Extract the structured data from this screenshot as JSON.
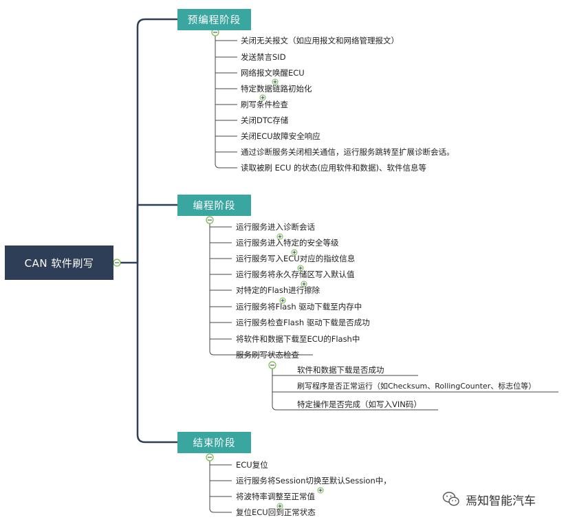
{
  "root": {
    "label": "CAN 软件刷写"
  },
  "stages": [
    {
      "title": "预编程阶段",
      "items": [
        "关闭无关报文（如应用报文和网络管理报文）",
        "发送禁言SID",
        "网络报文唤醒ECU",
        "特定数据链路初始化",
        "刷写条件检查",
        "关闭DTC存储",
        "关闭ECU故障安全响应",
        "通过诊断服务关闭相关通信，运行服务跳转至扩展诊断会话。",
        "读取被刷 ECU 的状态(应用软件和数据)、软件信息等"
      ]
    },
    {
      "title": "编程阶段",
      "items": [
        "运行服务进入诊断会话",
        "运行服务进入特定的安全等级",
        "运行服务写入ECU对应的指纹信息",
        "运行服务将永久存储区写入默认值",
        "对特定的Flash进行擦除",
        "运行服务将Flash 驱动下载至内存中",
        "运行服务检查Flash 驱动下载是否成功",
        "将软件和数据下载至ECU的Flash中",
        "服务刷写状态检查"
      ],
      "subitems": [
        "软件和数据下载是否成功",
        "刷写程序是否正常运行（如Checksum、RollingCounter、标志位等）",
        "特定操作是否完成（如写入VIN码）"
      ]
    },
    {
      "title": "结束阶段",
      "items": [
        "ECU复位",
        "运行服务将Session切换至默认Session中，",
        "将波特率调整至正常值",
        "复位ECU回到正常状态"
      ]
    }
  ],
  "watermark": {
    "text": "焉知智能汽车"
  },
  "colors": {
    "root_bg": "#2d3e56",
    "stage_bg": "#3aa6a0",
    "line": "#2d3e56",
    "collapse_icon": "#6fbf3a"
  }
}
